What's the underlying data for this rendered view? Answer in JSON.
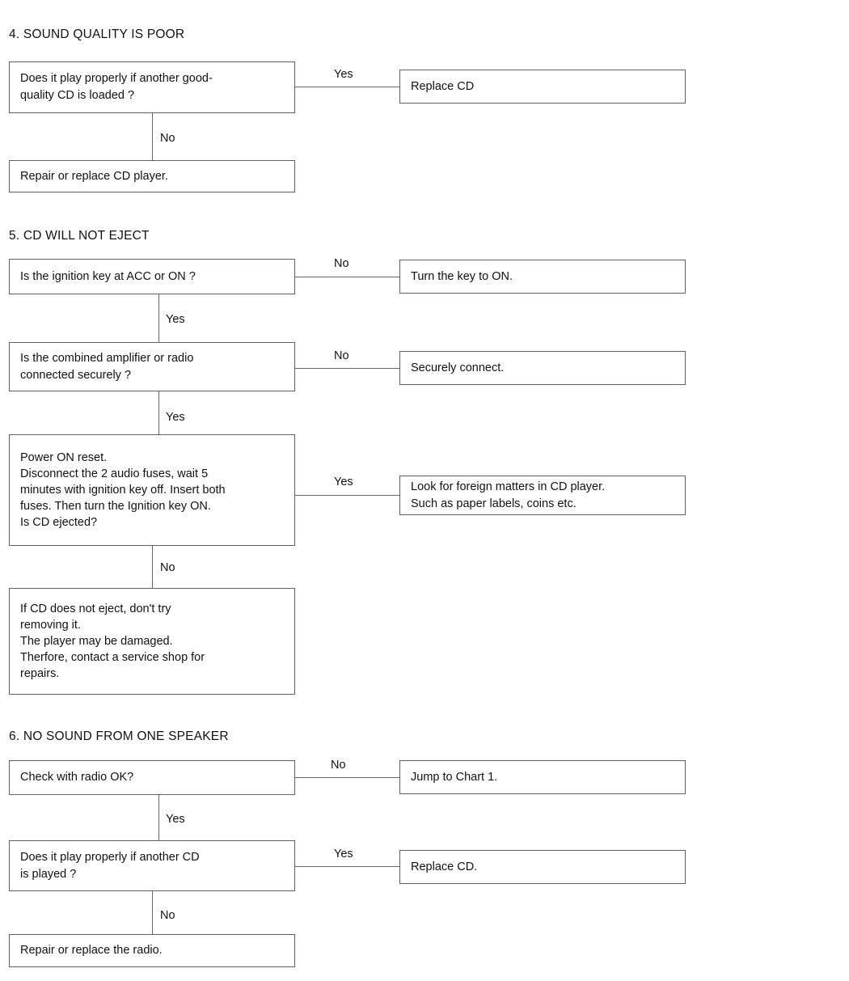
{
  "document": {
    "type": "troubleshooting-flowchart",
    "title": "CD / Audio Troubleshooting Charts"
  },
  "sections": [
    {
      "id": "section-4",
      "heading": "4.  SOUND QUALITY IS POOR",
      "nodes": {
        "q1": "Does it play properly if another good-\nquality CD is loaded ?",
        "q1_yes_result": "Replace CD",
        "q1_no_result": "Repair or replace CD player."
      },
      "labels": {
        "yes": "Yes",
        "no": "No"
      }
    },
    {
      "id": "section-5",
      "heading": "5.  CD WILL NOT EJECT",
      "nodes": {
        "q1": "Is the ignition key at ACC or ON ?",
        "q1_no_result": "Turn the key to ON.",
        "q2": "Is the combined amplifier or radio\nconnected securely ?",
        "q2_no_result": "Securely connect.",
        "q3": "Power ON reset.\nDisconnect the 2 audio fuses, wait 5\nminutes with ignition key off. Insert both\nfuses. Then turn the Ignition key ON.\nIs CD ejected?",
        "q3_yes_result": "Look for foreign matters in CD player.\nSuch as paper labels, coins etc.",
        "q3_no_result": "If  CD does not eject, don't try\nremoving it.\nThe player may be damaged.\nTherfore,  contact a service shop for\nrepairs."
      },
      "labels": {
        "q1_no": "No",
        "q1_yes": "Yes",
        "q2_no": "No",
        "q2_yes": "Yes",
        "q3_yes": "Yes",
        "q3_no": "No"
      }
    },
    {
      "id": "section-6",
      "heading": "6.  NO SOUND FROM ONE SPEAKER",
      "nodes": {
        "q1": "Check with radio OK?",
        "q1_no_result": "Jump to Chart 1.",
        "q2": "Does it play properly if another CD\nis played ?",
        "q2_yes_result": "Replace CD.",
        "q2_no_result": "Repair or replace the radio."
      },
      "labels": {
        "q1_no": "No",
        "q1_yes": "Yes",
        "q2_yes": "Yes",
        "q2_no": "No"
      }
    }
  ],
  "colors": {
    "page_background": "#ffffff",
    "box_border": "#606060",
    "connector": "#666666",
    "text": "#111111"
  }
}
